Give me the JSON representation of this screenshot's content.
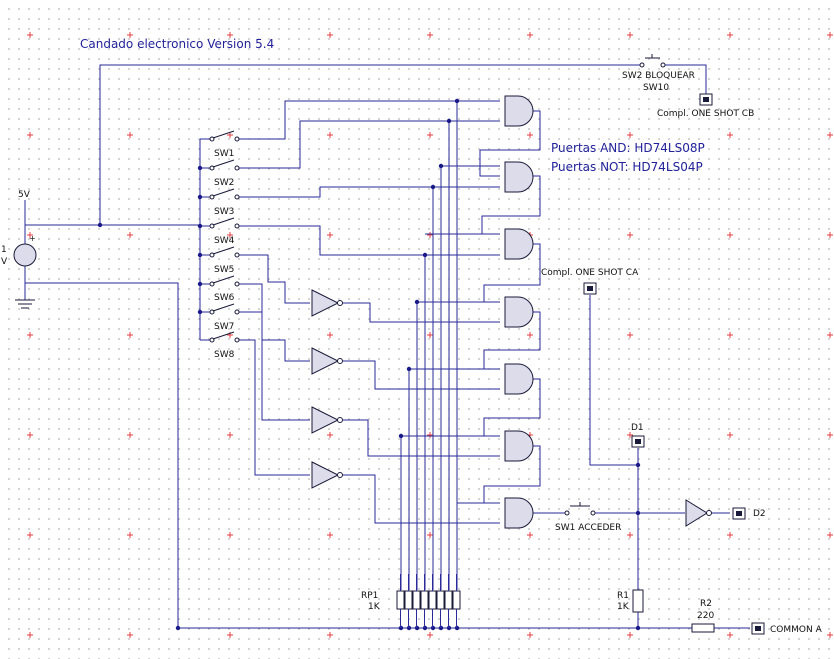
{
  "title": "Candado electronico Version 5.4",
  "notes": {
    "and_gates": "Puertas AND: HD74LS08P",
    "not_gates": "Puertas NOT: HD74LS04P"
  },
  "source": {
    "voltage": "5V",
    "name_fragment": "1",
    "unit_fragment": "V"
  },
  "switches": [
    "SW1",
    "SW2",
    "SW3",
    "SW4",
    "SW5",
    "SW6",
    "SW7",
    "SW8"
  ],
  "pushbuttons": {
    "lock": {
      "label": "SW2 BLOQUEAR",
      "ref": "SW10"
    },
    "access": {
      "label": "SW1 ACCEDER"
    }
  },
  "probes": {
    "cb": "Compl. ONE SHOT CB",
    "ca": "Compl. ONE SHOT CA",
    "d1": "D1",
    "d2": "D2",
    "common": "COMMON A"
  },
  "resistors": {
    "rp1": {
      "ref": "RP1",
      "value": "1K"
    },
    "r1": {
      "ref": "R1",
      "value": "1K"
    },
    "r2": {
      "ref": "R2",
      "value": "220"
    }
  },
  "colors": {
    "wire": "#2a2a9a",
    "gate_fill": "#dcdcea",
    "grid_cross": "#e04040",
    "label_blue": "#22229a"
  }
}
